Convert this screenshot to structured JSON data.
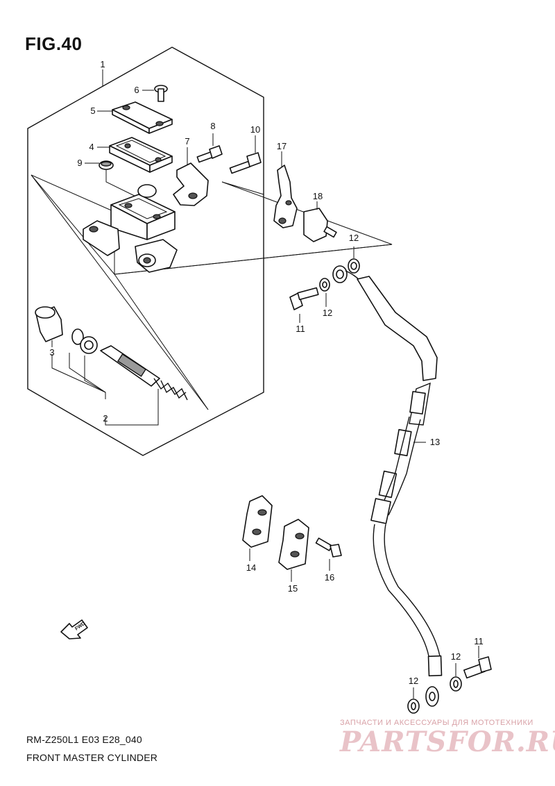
{
  "figure": {
    "title": "FIG.40",
    "model_code": "RM-Z250L1 E03 E28_040",
    "name": "FRONT MASTER CYLINDER"
  },
  "callouts": {
    "c1": "1",
    "c2": "2",
    "c3": "3",
    "c4": "4",
    "c5": "5",
    "c6": "6",
    "c7": "7",
    "c8": "8",
    "c9": "9",
    "c10": "10",
    "c11a": "11",
    "c11b": "11",
    "c12a": "12",
    "c12b": "12",
    "c12c": "12",
    "c12d": "12",
    "c13": "13",
    "c14": "14",
    "c15": "15",
    "c16": "16",
    "c17": "17",
    "c18": "18"
  },
  "fwd_arrow": {
    "label": "FWD",
    "icon": "forward-arrow-icon"
  },
  "watermark": {
    "tagline": "ЗАПЧАСТИ И АКСЕССУАРЫ ДЛЯ МОТОТЕХНИКИ",
    "logo": "PARTSFOR.RU",
    "color": "#e9c3c8"
  }
}
